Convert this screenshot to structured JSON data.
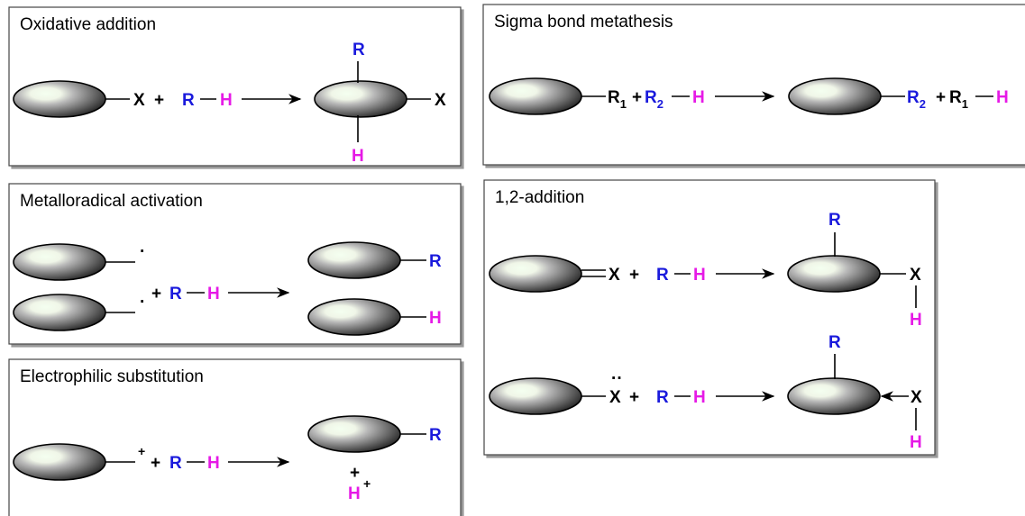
{
  "panels": {
    "oxidative": {
      "title": "Oxidative addition"
    },
    "sigma": {
      "title": "Sigma bond metathesis"
    },
    "metallo": {
      "title": "Metalloradical activation"
    },
    "addition12": {
      "title": "1,2-addition"
    },
    "electro": {
      "title": "Electrophilic substitution"
    }
  },
  "atoms": {
    "R": "R",
    "H": "H",
    "X": "X",
    "R1": "R",
    "R2": "R",
    "sub1": "1",
    "sub2": "2",
    "plus": "+",
    "dot": "·",
    "lone_pair": "··"
  },
  "colors": {
    "R": "#1a1adc",
    "H": "#e61ae6",
    "X": "#000000"
  }
}
